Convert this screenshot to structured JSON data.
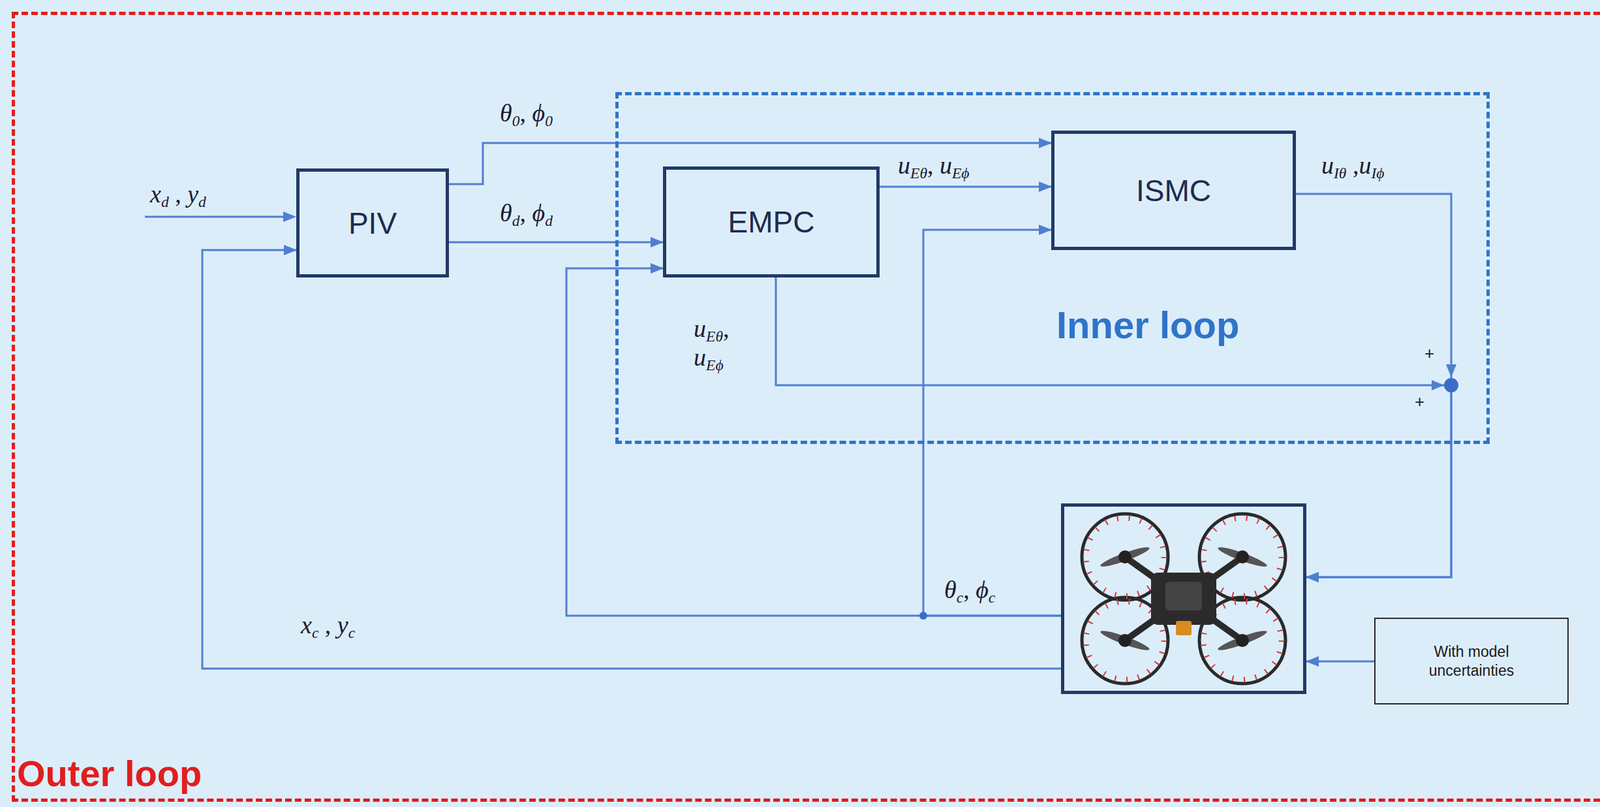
{
  "diagram": {
    "nodes": [
      {
        "text": [
          "Outer loop"
        ]
      },
      {
        "text": [
          "PIV"
        ],
        "in": 0
      },
      {
        "text": [
          "Inner loop"
        ],
        "in": 0
      },
      {
        "text": [
          "EMPC"
        ],
        "in": 2
      },
      {
        "text": [
          "ISMC"
        ],
        "in": 2
      },
      {
        "text": [],
        "in": 0
      },
      {
        "text": [
          "With model uncertainties"
        ],
        "in": 0
      }
    ],
    "edges": [
      {
        "from": 1,
        "to": 3,
        "arrow": "to",
        "label": "θd, ϕd"
      },
      {
        "from": 1,
        "to": 4,
        "arrow": "to",
        "label": "θ0, ϕ0"
      },
      {
        "from": 3,
        "to": 4,
        "arrow": "to",
        "label": "uEθ, uEϕ"
      },
      {
        "from": 3,
        "to": 5,
        "arrow": "to",
        "label": "uEθ, uEϕ"
      },
      {
        "from": 4,
        "to": 5,
        "arrow": "to",
        "label": "uIθ ,uIϕ"
      },
      {
        "from": 5,
        "to": 3,
        "arrow": "to",
        "label": "θc, ϕc"
      },
      {
        "from": 5,
        "to": 4,
        "arrow": "to"
      },
      {
        "from": 5,
        "to": 1,
        "arrow": "to",
        "label": "xc , yc"
      },
      {
        "from": 6,
        "to": 5,
        "arrow": "to"
      }
    ],
    "labels": [
      "xd , yd",
      "+",
      "+"
    ]
  }
}
